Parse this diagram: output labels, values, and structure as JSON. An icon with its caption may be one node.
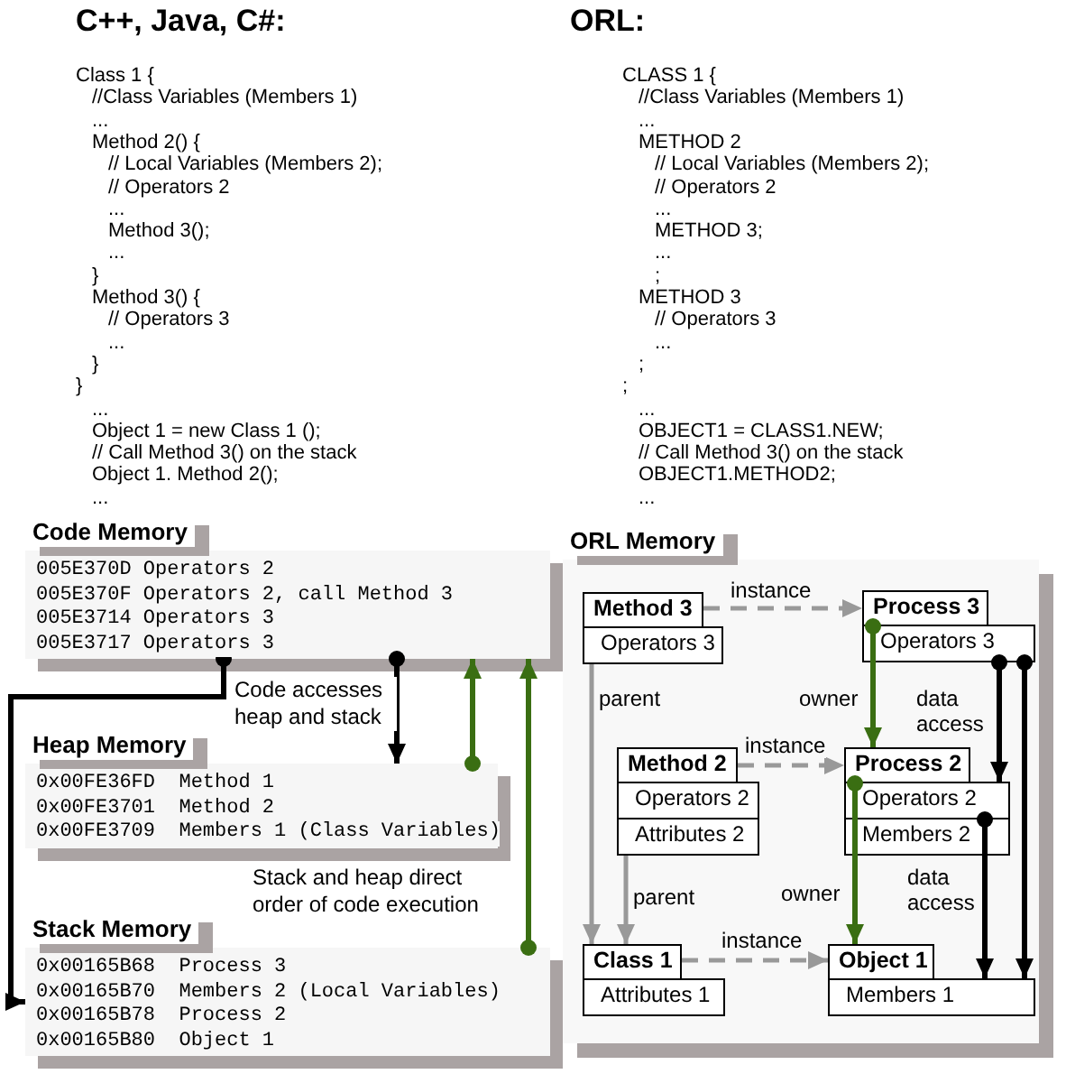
{
  "diagram": {
    "nodes": [
      {
        "text": [
          "Code Memory",
          "005E370D Operators 2",
          "005E370F Operators 2, call Method 3",
          "005E3714 Operators 3",
          "005E3717 Operators 3"
        ]
      },
      {
        "text": [
          "Heap Memory",
          "0x00FE36FD  Method 1",
          "0x00FE3701  Method 2",
          "0x00FE3709  Members 1 (Class Variables)"
        ]
      },
      {
        "text": [
          "Stack Memory",
          "0x00165B68  Process 3",
          "0x00165B70  Members 2 (Local Variables)",
          "0x00165B78  Process 2",
          "0x00165B80  Object 1"
        ]
      },
      {
        "text": [
          "ORL Memory"
        ]
      },
      {
        "text": [
          "Method 3",
          "Operators 3"
        ],
        "in": 3
      },
      {
        "text": [
          "Process 3",
          "Operators 3"
        ],
        "in": 3
      },
      {
        "text": [
          "Method 2",
          "Operators 2",
          "Attributes 2"
        ],
        "in": 3
      },
      {
        "text": [
          "Process 2",
          "Operators 2",
          "Members 2"
        ],
        "in": 3
      },
      {
        "text": [
          "Class 1",
          "Attributes 1"
        ],
        "in": 3
      },
      {
        "text": [
          "Object 1",
          "Members 1"
        ],
        "in": 3
      }
    ],
    "edges": [
      {
        "from": 0,
        "to": 2,
        "arrow": "to",
        "color": "#000000"
      },
      {
        "from": 0,
        "to": 1,
        "arrow": "to",
        "color": "#000000"
      },
      {
        "from": 1,
        "to": 0,
        "arrow": "to",
        "color": "#3a6e12"
      },
      {
        "from": 2,
        "to": 0,
        "arrow": "to",
        "color": "#3a6e12"
      },
      {
        "from": 4,
        "to": 5,
        "arrow": "to",
        "label": "instance",
        "style": "dashed",
        "color": "#999999"
      },
      {
        "from": 4,
        "to": 8,
        "arrow": "to",
        "label": "parent",
        "color": "#999999"
      },
      {
        "from": 6,
        "to": 7,
        "arrow": "to",
        "label": "instance",
        "style": "dashed",
        "color": "#999999"
      },
      {
        "from": 6,
        "to": 8,
        "arrow": "to",
        "label": "parent",
        "color": "#999999"
      },
      {
        "from": 8,
        "to": 9,
        "arrow": "to",
        "label": "instance",
        "style": "dashed",
        "color": "#999999"
      },
      {
        "from": 5,
        "to": 7,
        "arrow": "to",
        "label": "owner",
        "color": "#3a6e12"
      },
      {
        "from": 7,
        "to": 9,
        "arrow": "to",
        "label": "owner",
        "color": "#3a6e12"
      },
      {
        "from": 5,
        "to": 7,
        "arrow": "to",
        "label": "data access",
        "color": "#000000"
      },
      {
        "from": 5,
        "to": 9,
        "arrow": "to",
        "color": "#000000"
      },
      {
        "from": 7,
        "to": 9,
        "arrow": "to",
        "label": "data access",
        "color": "#000000"
      }
    ],
    "labels": [
      "C++, Java, C#:",
      "Class 1 {",
      "//Class Variables (Members 1)",
      "...",
      "Method 2() {",
      "// Local Variables (Members 2);",
      "// Operators 2",
      "...",
      "Method 3();",
      "...",
      "}",
      "Method 3() {",
      "// Operators 3",
      "...",
      "}",
      "}",
      "...",
      "Object 1 = new Class 1 ();",
      "// Call Method 3() on the stack",
      "Object 1. Method 2();",
      "...",
      "ORL:",
      "CLASS 1 {",
      "//Class Variables (Members 1)",
      "...",
      "METHOD 2",
      "// Local Variables (Members 2);",
      "// Operators 2",
      "...",
      "METHOD 3;",
      "...",
      ";",
      "METHOD 3",
      "// Operators 3",
      "...",
      ";",
      ";",
      "...",
      "OBJECT1 = CLASS1.NEW;",
      "// Call Method 3() on the stack",
      "OBJECT1.METHOD2;",
      "...",
      "Code accesses heap and stack",
      "Stack and heap direct order of code execution"
    ]
  }
}
